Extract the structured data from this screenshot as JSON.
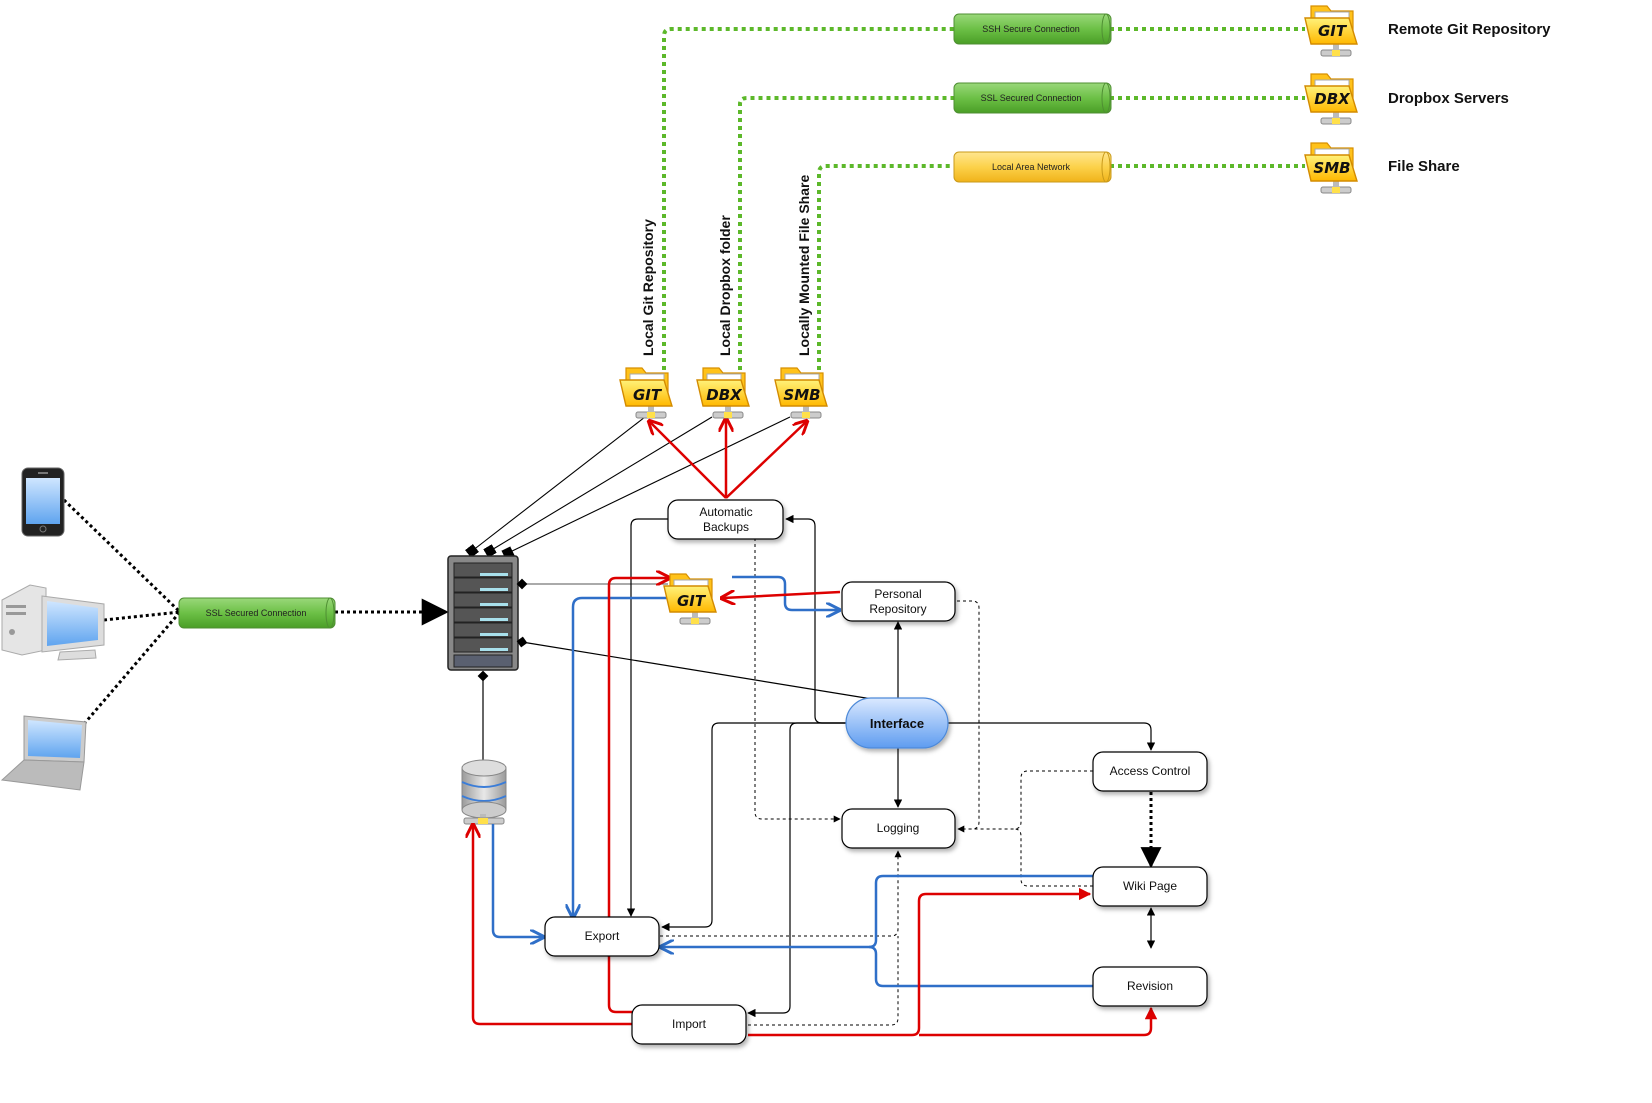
{
  "remote_targets": [
    {
      "folder_tag": "GIT",
      "label": "Remote Git Repository",
      "connection": "SSH Secure Connection",
      "connection_color": "green"
    },
    {
      "folder_tag": "DBX",
      "label": "Dropbox Servers",
      "connection": "SSL Secured Connection",
      "connection_color": "green"
    },
    {
      "folder_tag": "SMB",
      "label": "File Share",
      "connection": "Local Area Network",
      "connection_color": "yellow"
    }
  ],
  "local_folders": [
    {
      "folder_tag": "GIT",
      "label": "Local Git Repository"
    },
    {
      "folder_tag": "DBX",
      "label": "Local Dropbox folder"
    },
    {
      "folder_tag": "SMB",
      "label": "Locally Mounted File Share"
    }
  ],
  "clients": {
    "devices": [
      "smartphone",
      "desktop-computer",
      "laptop"
    ],
    "connection": "SSL Secured Connection"
  },
  "central_git_folder": {
    "folder_tag": "GIT"
  },
  "nodes": {
    "automatic_backups": "Automatic\nBackups",
    "automatic_backups_line1": "Automatic",
    "automatic_backups_line2": "Backups",
    "personal_repository_line1": "Personal",
    "personal_repository_line2": "Repository",
    "interface": "Interface",
    "access_control": "Access Control",
    "logging": "Logging",
    "wiki_page": "Wiki Page",
    "export": "Export",
    "revision": "Revision",
    "import": "Import"
  },
  "colors": {
    "green_link": "#5cb82a",
    "red_flow": "#dd0000",
    "blue_flow": "#2f6fc8",
    "interface_fill": "#6aa7f0",
    "pipe_green": "#62b43a",
    "pipe_yellow": "#f7c530",
    "folder_yellow": "#ffc21a"
  }
}
